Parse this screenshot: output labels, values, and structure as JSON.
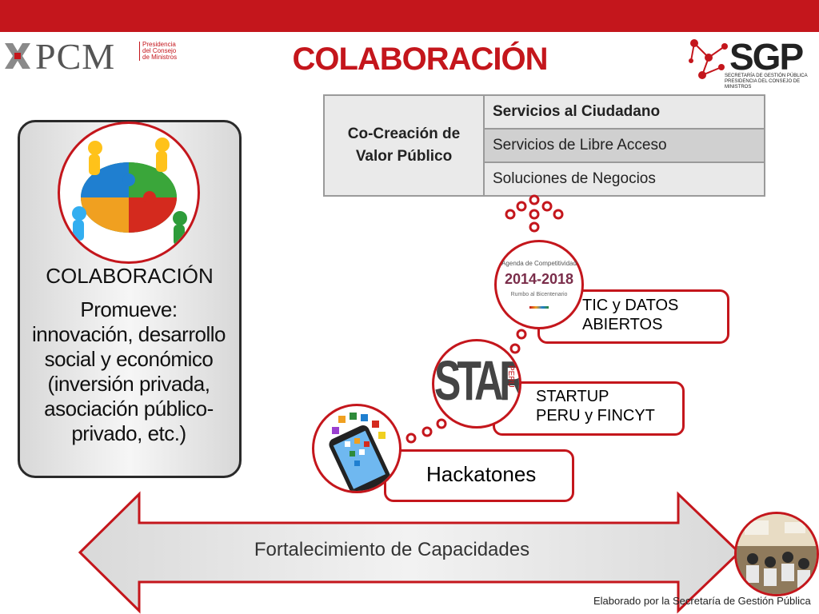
{
  "header": {
    "pcm_logo_text": "PCM",
    "pcm_logo_subtitle": "Presidencia del Consejo de Ministros",
    "title": "COLABORACIÓN",
    "sgp_logo_text": "SGP",
    "sgp_logo_subtitle_1": "SECRETARÍA DE GESTIÓN PÚBLICA",
    "sgp_logo_subtitle_2": "PRESIDENCIA DEL CONSEJO DE MINISTROS"
  },
  "left_card": {
    "heading": "COLABORACIÓN",
    "body": "Promueve: innovación, desarrollo social y económico (inversión privada, asociación público-privado, etc.)",
    "image_icon": "puzzle-people-icon"
  },
  "cocreation_table": {
    "left_cell": "Co-Creación de Valor Público",
    "rows": [
      "Servicios al Ciudadano",
      "Servicios de Libre Acceso",
      "Soluciones de Negocios"
    ]
  },
  "steps": {
    "tic": {
      "label_line1": "TIC y DATOS",
      "label_line2": "ABIERTOS",
      "badge_line1": "Agenda de Competitividad",
      "badge_line2": "2014-2018",
      "badge_line3": "Rumbo al Bicentenario"
    },
    "startup": {
      "label_line1": "STARTUP",
      "label_line2": "PERU y FINCYT",
      "badge_text": "STARTUP",
      "badge_side": "PERU"
    },
    "hackatones": {
      "label": "Hackatones",
      "image_icon": "smartphone-apps-icon"
    }
  },
  "capacity_arrow": {
    "label": "Fortalecimiento de Capacidades",
    "image_icon": "training-room-photo"
  },
  "footer": {
    "credit": "Elaborado por la Secretaría de Gestión Pública"
  },
  "colors": {
    "brand_red": "#c4161c",
    "dark_text": "#222222",
    "card_gray": "#d8d8d8"
  }
}
